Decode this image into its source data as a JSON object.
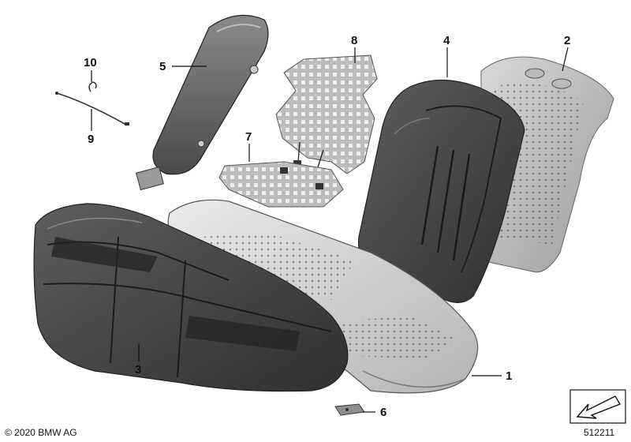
{
  "callouts": [
    {
      "id": "1",
      "label": "1"
    },
    {
      "id": "2",
      "label": "2"
    },
    {
      "id": "3",
      "label": "3"
    },
    {
      "id": "4",
      "label": "4"
    },
    {
      "id": "5",
      "label": "5"
    },
    {
      "id": "6",
      "label": "6"
    },
    {
      "id": "7",
      "label": "7"
    },
    {
      "id": "8",
      "label": "8"
    },
    {
      "id": "9",
      "label": "9"
    },
    {
      "id": "10",
      "label": "10"
    }
  ],
  "footer": {
    "copyright": "© 2020 BMW AG",
    "reference_number": "512211"
  },
  "icons": {
    "orientation": "direction-arrow-icon"
  }
}
